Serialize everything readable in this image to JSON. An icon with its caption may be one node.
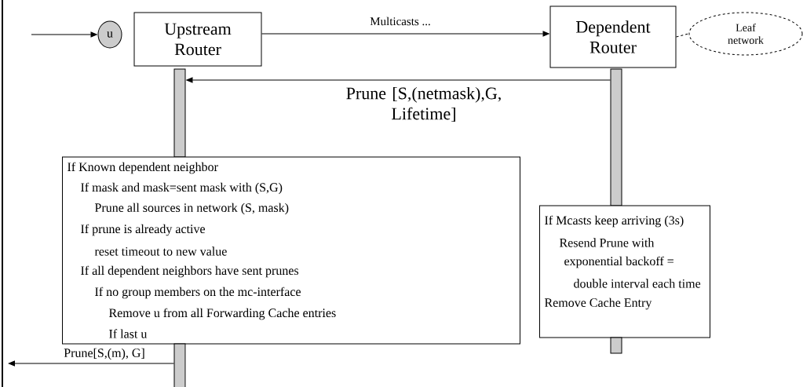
{
  "diagram": {
    "nodes": [
      {
        "text": [
          "u"
        ]
      },
      {
        "text": [
          "Upstream Router"
        ]
      },
      {
        "text": [
          "Dependent Router"
        ]
      },
      {
        "text": [
          "Leaf network"
        ]
      },
      {
        "text": [],
        "shape": "bar"
      },
      {
        "text": [],
        "shape": "bar"
      },
      {
        "text": [
          "If Known dependent neighbor",
          "If mask and mask=sent mask with (S,G)",
          "Prune all sources in network (S, mask)",
          "If prune is already active",
          "reset timeout to new value",
          "If all dependent neighbors have sent prunes",
          "If no group members on the mc-interface",
          "Remove u from all Forwarding Cache entries",
          "If last u"
        ]
      },
      {
        "text": [
          "If Mcasts keep arriving (3s)",
          "Resend Prune with",
          "exponential backoff =",
          "double interval each time",
          "Remove Cache Entry"
        ]
      },
      {
        "text": [],
        "shape": "bar"
      },
      {
        "text": [],
        "shape": "bar"
      }
    ],
    "edges": [
      {
        "from": null,
        "to": 0,
        "arrow": "to"
      },
      {
        "from": 1,
        "to": 2,
        "arrow": "to",
        "label": "Multicasts ..."
      },
      {
        "from": 2,
        "to": 3,
        "arrow": "none",
        "style": "dashed"
      },
      {
        "from": 5,
        "to": 4,
        "arrow": "to",
        "label": "Prune [S,(netmask),G, Lifetime]"
      },
      {
        "from": 8,
        "to": null,
        "arrow": "to",
        "label": "Prune[S,(m), G]"
      }
    ]
  }
}
